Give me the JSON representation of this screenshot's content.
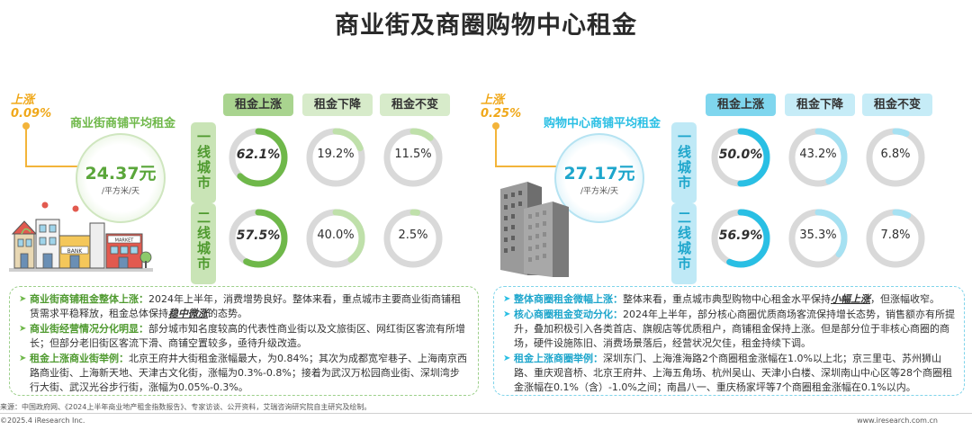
{
  "title": "商业街及商圈购物中心租金",
  "col_headers": [
    "租金上涨",
    "租金下降",
    "租金不变"
  ],
  "tiers": [
    "一线城市",
    "二线城市"
  ],
  "colors": {
    "green": "#6fb84a",
    "green_light": "#bfe0aa",
    "green_bg": "#cde5bd",
    "cyan": "#29bfe4",
    "cyan_light": "#a6e1f2",
    "cyan_bg": "#bfeaf7",
    "orange": "#f0a81a",
    "ring_bg": "#d9d9d9"
  },
  "left": {
    "rise_label": "上涨",
    "rise_value": "0.09%",
    "avg_title": "商业街商铺平均租金",
    "avg_value": "24.37元",
    "avg_unit": "/平方米/天",
    "illustration": "street-shops-illustration",
    "bank_sign": "BANK",
    "market_sign": "MARKET"
  },
  "right": {
    "rise_label": "上涨",
    "rise_value": "0.25%",
    "avg_title": "购物中心商铺平均租金",
    "avg_value": "27.17元",
    "avg_unit": "/平方米/天",
    "illustration": "office-building-illustration"
  },
  "chart_data": [
    {
      "type": "pie",
      "title": "商业街商铺平均租金",
      "categories": [
        "租金上涨",
        "租金下降",
        "租金不变"
      ],
      "series": [
        {
          "name": "一线城市",
          "values": [
            62.1,
            19.2,
            11.5
          ],
          "labels": [
            "62.1%",
            "19.2%",
            "11.5%"
          ]
        },
        {
          "name": "二线城市",
          "values": [
            57.5,
            40.0,
            2.5
          ],
          "labels": [
            "57.5%",
            "40.0%",
            "2.5%"
          ]
        }
      ]
    },
    {
      "type": "pie",
      "title": "购物中心商铺平均租金",
      "categories": [
        "租金上涨",
        "租金下降",
        "租金不变"
      ],
      "series": [
        {
          "name": "一线城市",
          "values": [
            50.0,
            43.2,
            6.8
          ],
          "labels": [
            "50.0%",
            "43.2%",
            "6.8%"
          ]
        },
        {
          "name": "二线城市",
          "values": [
            56.9,
            35.3,
            7.8
          ],
          "labels": [
            "56.9%",
            "35.3%",
            "7.8%"
          ]
        }
      ]
    }
  ],
  "left_bullets": [
    {
      "head": "商业街商铺租金整体上涨：",
      "pre": "2024年上半年，消费增势良好。整体来看，重点城市主要商业街商铺租赁需求平稳释放，租金总体保持",
      "em": "稳中微涨",
      "post": "的态势。"
    },
    {
      "head": "商业街经营情况分化明显：",
      "pre": "部分城市知名度较高的代表性商业街以及文旅街区、网红街区客流有所增长；但部分老旧街区客流下滑、商铺空置较多，亟待升级改造。",
      "em": "",
      "post": ""
    },
    {
      "head": "租金上涨商业街举例：",
      "pre": "北京王府井大街租金涨幅最大，为0.84%；其次为成都宽窄巷子、上海南京西路商业街、上海新天地、天津古文化街，涨幅为0.3%-0.8%；接着为武汉万松园商业街、深圳湾步行大街、武汉光谷步行街，涨幅为0.05%-0.3%。",
      "em": "",
      "post": ""
    }
  ],
  "right_bullets": [
    {
      "head": "整体商圈租金微幅上涨：",
      "pre": "整体来看，重点城市典型购物中心租金水平保持",
      "em": "小幅上涨",
      "post": "，但涨幅收窄。"
    },
    {
      "head": "核心商圈租金变动分化：",
      "pre": "2024年上半年，部分核心商圈优质商场客流保持增长态势，销售额亦有所提升，叠加积极引入各类首店、旗舰店等优质租户，商铺租金保持上涨。但是部分位于非核心商圈的商场，硬件设施陈旧、消费场景落后，经营状况欠佳，租金持续下调。",
      "em": "",
      "post": ""
    },
    {
      "head": "租金上涨商圈举例：",
      "pre": "深圳东门、上海淮海路2个商圈租金涨幅在1.0%以上北；京三里屯、苏州狮山路、重庆观音桥、北京王府井、上海五角场、杭州吴山、天津小白楼、深圳南山中心区等28个商圈租金涨幅在0.1%（含）-1.0%之间；南昌八一、重庆杨家坪等7个商圈租金涨幅在0.1%以内。",
      "em": "",
      "post": ""
    }
  ],
  "footer": {
    "source": "来源：中国政府网、《2024上半年商业地产租金指数报告》、专家访谈、公开资料，艾瑞咨询研究院自主研究及绘制。",
    "copyright": "©2025.4 iResearch Inc.",
    "url": "www.iresearch.com.cn"
  }
}
